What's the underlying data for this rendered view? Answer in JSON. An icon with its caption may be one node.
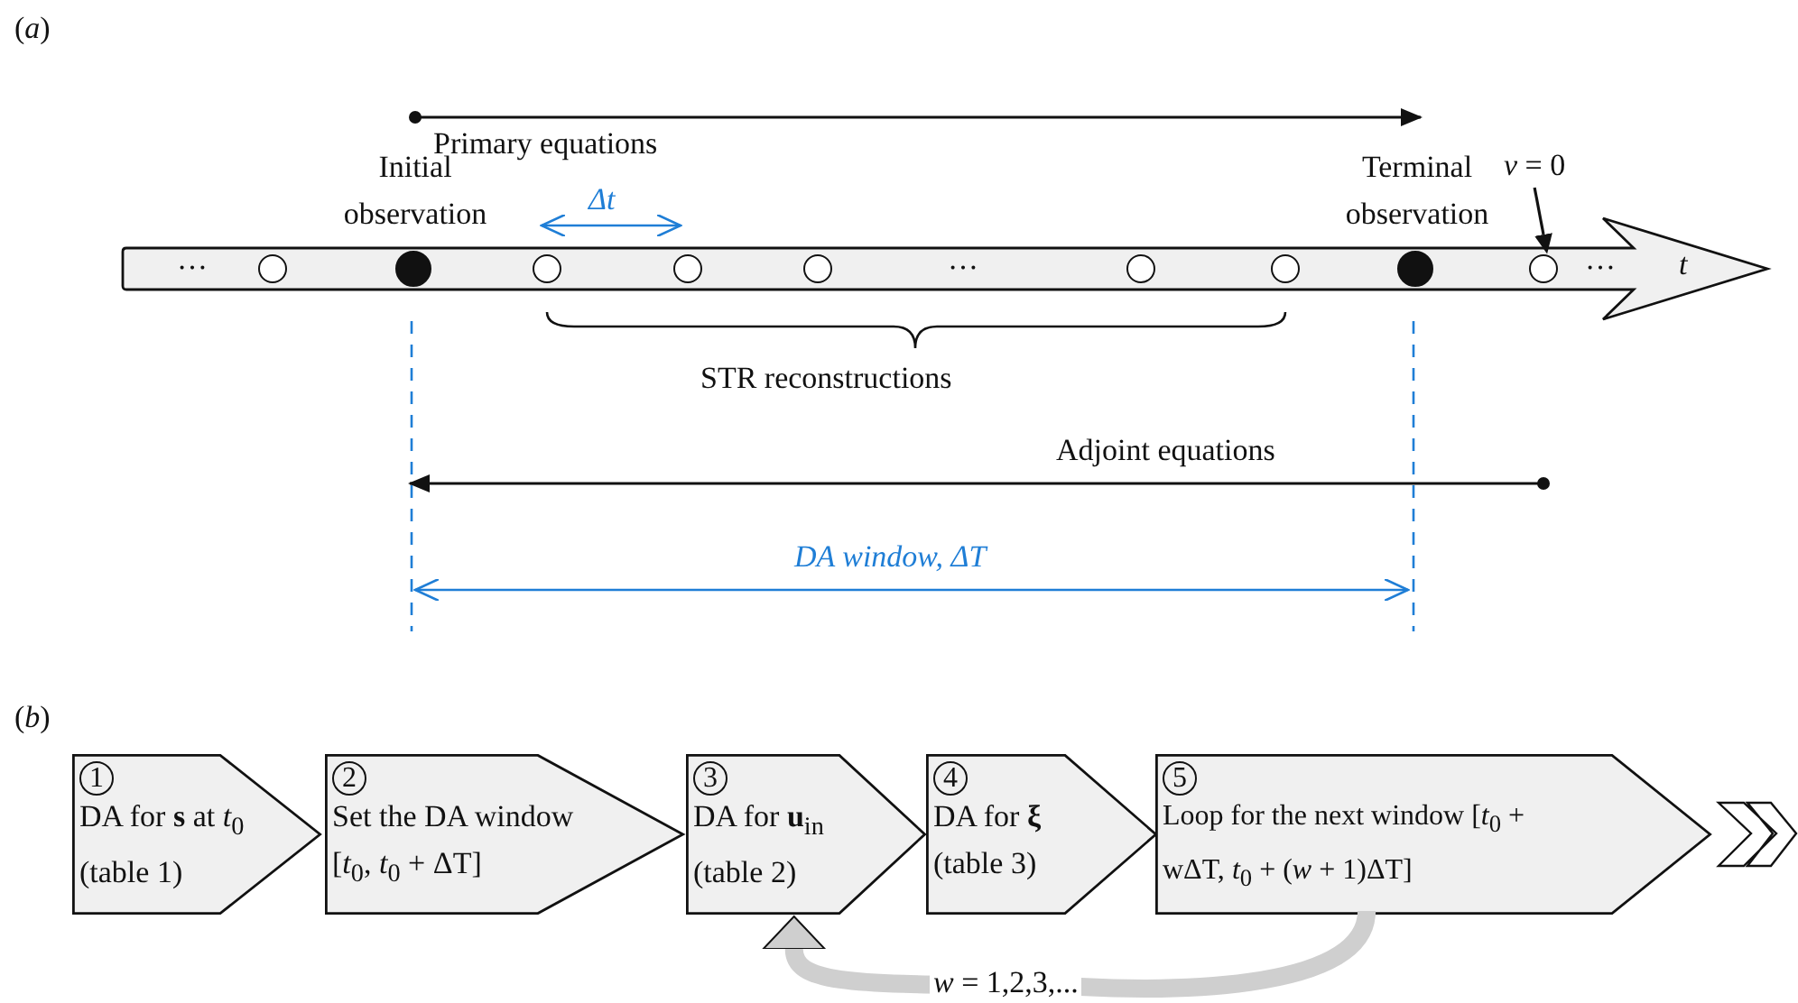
{
  "diagram": {
    "nodes": [
      {
        "text": [
          "t"
        ]
      },
      {
        "text": [],
        "shape": "circle",
        "in": 0
      },
      {
        "text": [],
        "shape": "circle",
        "in": 0,
        "beside": [
          "Initial observation"
        ]
      },
      {
        "text": [],
        "shape": "circle",
        "in": 0
      },
      {
        "text": [],
        "shape": "circle",
        "in": 0
      },
      {
        "text": [],
        "shape": "circle",
        "in": 0
      },
      {
        "text": [],
        "shape": "circle",
        "in": 0
      },
      {
        "text": [],
        "shape": "circle",
        "in": 0
      },
      {
        "text": [],
        "shape": "circle",
        "in": 0,
        "beside": [
          "Terminal observation"
        ]
      },
      {
        "text": [],
        "shape": "circle",
        "in": 0
      },
      {
        "text": [
          "*v* = 0"
        ]
      },
      {
        "text": [
          "1",
          "DA for **s** at *t*$_{0}$ (table 1)"
        ]
      },
      {
        "text": [
          "2",
          "Set the DA window [*t*$_{0}$, *t*$_{0}$ + ΔT]"
        ]
      },
      {
        "text": [
          "3",
          "DA for **u**$_{in}$ (table 2)"
        ]
      },
      {
        "text": [
          "4",
          "DA for **ξ** (table 3)"
        ]
      },
      {
        "text": [
          "5",
          "Loop for the next window [*t*$_{0}$ + wΔT, *t*$_{0}$ + (*w* + 1)ΔT]"
        ]
      }
    ],
    "edges": [
      {
        "from": 10,
        "to": 9,
        "arrow": "to"
      },
      {
        "from": 15,
        "to": 13,
        "arrow": "to",
        "label": "*w* = 1,2,3,...",
        "style": "thick",
        "color": "#cfcfcf"
      }
    ],
    "labels": [
      "(*a*)",
      "Primary equations",
      "…",
      "Δt",
      "…",
      "…",
      "STR reconstructions",
      "Adjoint equations",
      "DA window, ΔT",
      "(*b*)"
    ]
  }
}
